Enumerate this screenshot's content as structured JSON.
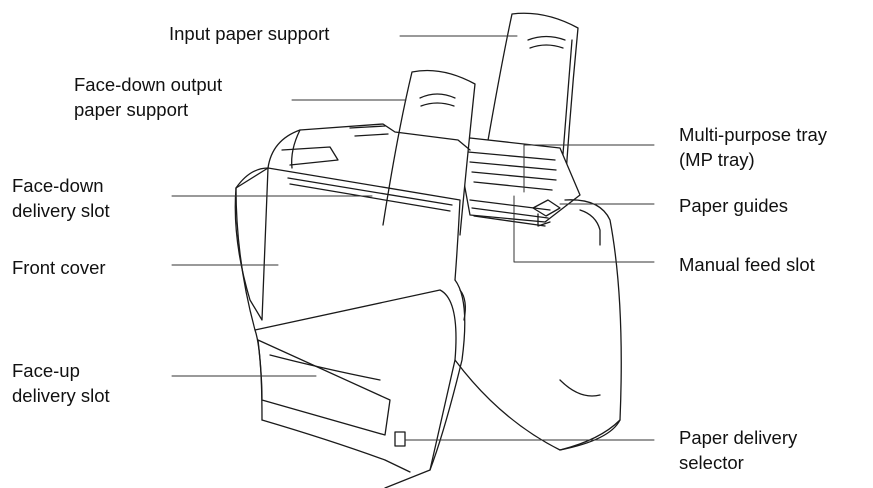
{
  "labels": {
    "input_paper_support": "Input paper support",
    "face_down_output_support": [
      "Face-down output",
      "paper support"
    ],
    "face_down_delivery_slot": [
      "Face-down",
      "delivery slot"
    ],
    "front_cover": "Front cover",
    "face_up_delivery_slot": [
      "Face-up",
      "delivery slot"
    ],
    "multi_purpose_tray": [
      "Multi-purpose tray",
      "(MP tray)"
    ],
    "paper_guides": "Paper guides",
    "manual_feed_slot": "Manual feed slot",
    "paper_delivery_selector": [
      "Paper delivery",
      "selector"
    ]
  },
  "colors": {
    "line": "#1a1a1a",
    "body_fill": "#ffffff"
  }
}
